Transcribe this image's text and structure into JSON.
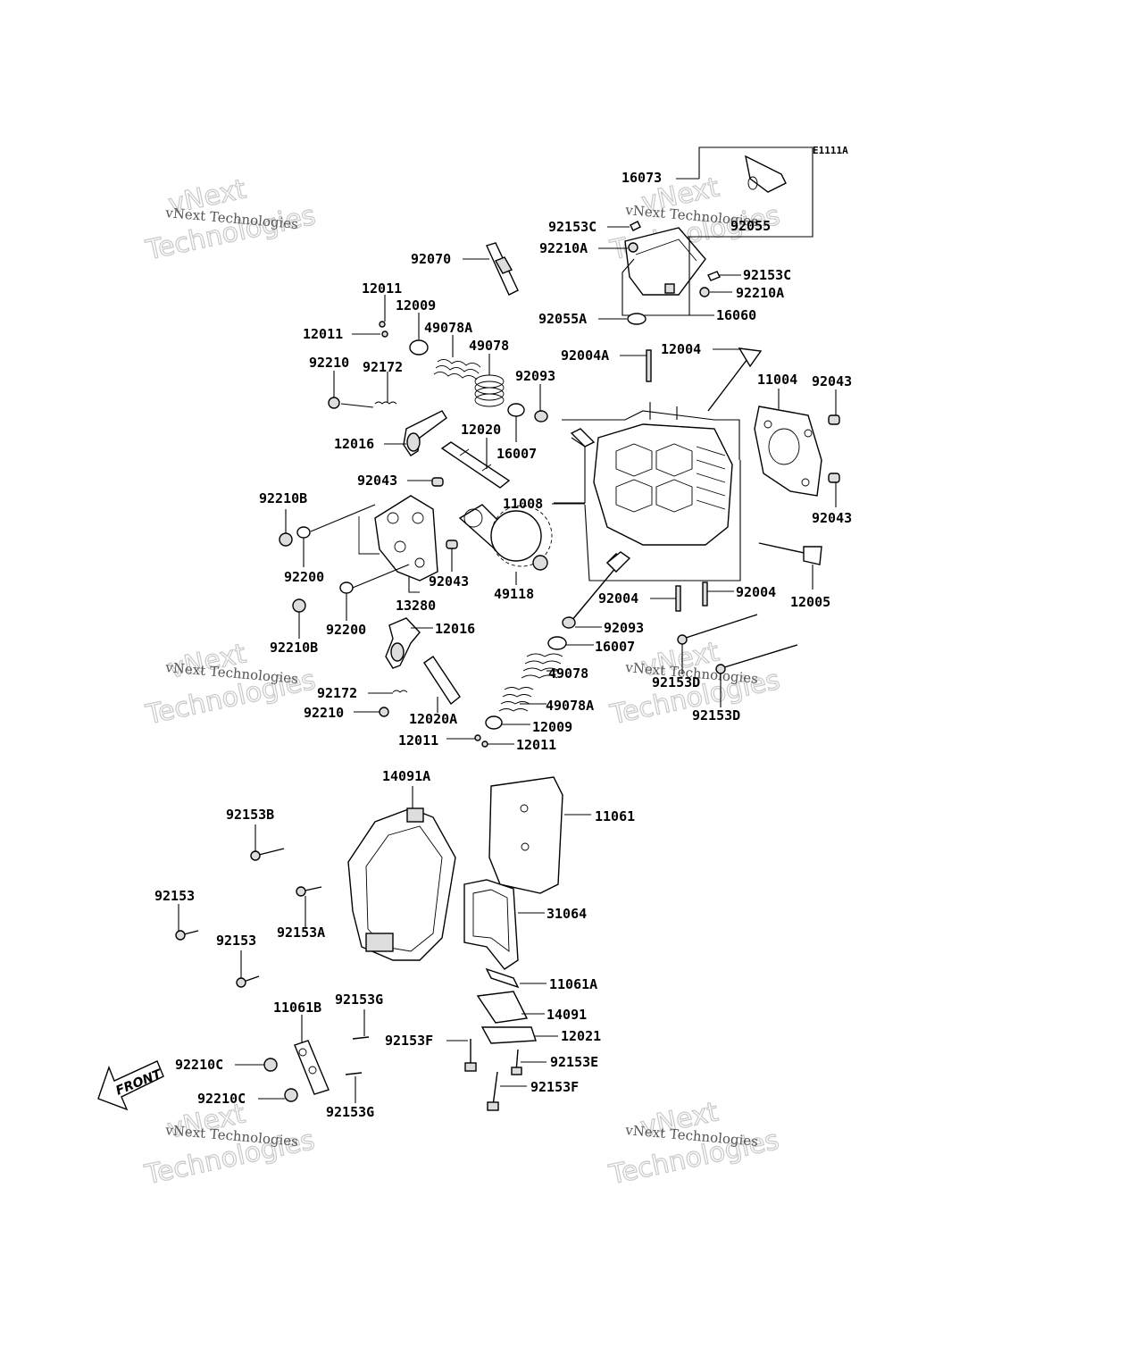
{
  "diagram_ref": "E1111A",
  "watermark_text": "vNext Technologies",
  "watermark_big_1": "vNext",
  "watermark_big_2": "Technologies",
  "front_label": "FRONT",
  "labels": {
    "p16073": "16073",
    "p92055": "92055",
    "p92153C_a": "92153C",
    "p92210A_a": "92210A",
    "p92153C_b": "92153C",
    "p92210A_b": "92210A",
    "p92055A": "92055A",
    "p16060": "16060",
    "p92070": "92070",
    "p12011_a": "12011",
    "p12009_a": "12009",
    "p12011_b": "12011",
    "p49078A_a": "49078A",
    "p49078_a": "49078",
    "p92004A": "92004A",
    "p12004": "12004",
    "p92210_a": "92210",
    "p92172_a": "92172",
    "p92093_a": "92093",
    "p11004": "11004",
    "p92043_a": "92043",
    "p12020": "12020",
    "p12016_a": "12016",
    "p16007_a": "16007",
    "p92043_b": "92043",
    "p92210B_a": "92210B",
    "p11008": "11008",
    "p92043_c": "92043",
    "p92200_a": "92200",
    "p92043_d": "92043",
    "p13280": "13280",
    "p92004_a": "92004",
    "p92004_b": "92004",
    "p49118": "49118",
    "p12005": "12005",
    "p92200_b": "92200",
    "p92093_b": "92093",
    "p92210B_b": "92210B",
    "p12016_b": "12016",
    "p16007_b": "16007",
    "p49078_b": "49078",
    "p92153D_a": "92153D",
    "p92172_b": "92172",
    "p49078A_b": "49078A",
    "p92153D_b": "92153D",
    "p92210_b": "92210",
    "p12020A": "12020A",
    "p12009_b": "12009",
    "p12011_c": "12011",
    "p12011_d": "12011",
    "p14091A": "14091A",
    "p11061": "11061",
    "p92153B": "92153B",
    "p92153_a": "92153",
    "p31064": "31064",
    "p92153A": "92153A",
    "p92153_b": "92153",
    "p11061A": "11061A",
    "p92153G_a": "92153G",
    "p11061B": "11061B",
    "p14091": "14091",
    "p92153F_a": "92153F",
    "p12021": "12021",
    "p92210C_a": "92210C",
    "p92153E": "92153E",
    "p92210C_b": "92210C",
    "p92153F_b": "92153F",
    "p92153G_b": "92153G"
  }
}
